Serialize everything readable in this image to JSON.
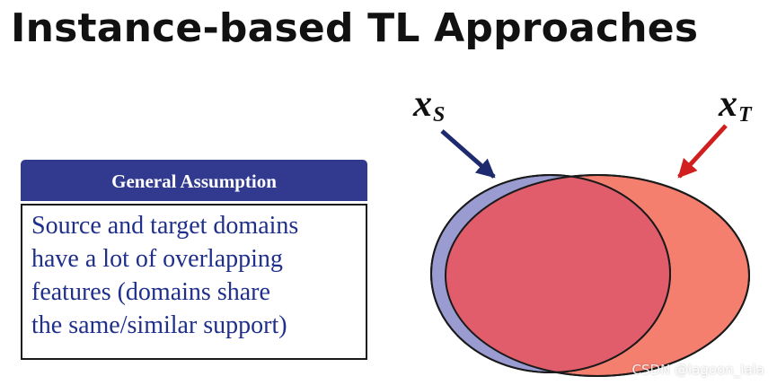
{
  "title": "Instance-based TL Approaches",
  "assumption": {
    "header": "General Assumption",
    "lines": [
      "Source and target domains",
      "have a lot of overlapping",
      "features (domains share",
      "the same/similar support)"
    ]
  },
  "diagram": {
    "source_label": {
      "main": "x",
      "sub": "S"
    },
    "target_label": {
      "main": "x",
      "sub": "T"
    },
    "colors": {
      "source_fill": "#9a9bd0",
      "target_fill": "#e25d6b",
      "target_edge": "#f47f6f",
      "source_arrow": "#1e2a6e",
      "target_arrow": "#d11f1f"
    }
  },
  "watermark": "CSDN @lagoon_lala"
}
